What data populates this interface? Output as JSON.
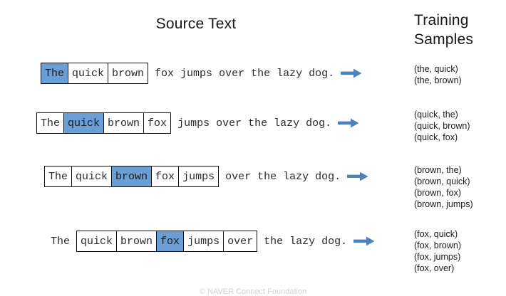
{
  "headings": {
    "source_text": "Source Text",
    "training_samples_line1": "Training",
    "training_samples_line2": "Samples"
  },
  "colors": {
    "highlight": "#6a9ed4",
    "arrow": "#4f81bd",
    "border": "#0f0f0f",
    "text": "#2b2b2b",
    "watermark": "#d2d2d2"
  },
  "icons": {
    "arrow": "right-arrow-icon"
  },
  "rows": [
    {
      "lead": "",
      "window": [
        {
          "word": "The",
          "highlight": true
        },
        {
          "word": "quick",
          "highlight": false
        },
        {
          "word": "brown",
          "highlight": false
        }
      ],
      "tail": " fox jumps over the lazy dog.",
      "samples": [
        "(the, quick)",
        "(the, brown)"
      ]
    },
    {
      "lead": "",
      "window": [
        {
          "word": "The",
          "highlight": false
        },
        {
          "word": "quick",
          "highlight": true
        },
        {
          "word": "brown",
          "highlight": false
        },
        {
          "word": "fox",
          "highlight": false
        }
      ],
      "tail": " jumps over the lazy dog.",
      "samples": [
        "(quick, the)",
        "(quick, brown)",
        "(quick, fox)"
      ]
    },
    {
      "lead": "",
      "window": [
        {
          "word": "The",
          "highlight": false
        },
        {
          "word": "quick",
          "highlight": false
        },
        {
          "word": "brown",
          "highlight": true
        },
        {
          "word": "fox",
          "highlight": false
        },
        {
          "word": "jumps",
          "highlight": false
        }
      ],
      "tail": " over the lazy dog.",
      "samples": [
        "(brown, the)",
        "(brown, quick)",
        "(brown, fox)",
        "(brown, jumps)"
      ]
    },
    {
      "lead": "The ",
      "window": [
        {
          "word": "quick",
          "highlight": false
        },
        {
          "word": "brown",
          "highlight": false
        },
        {
          "word": "fox",
          "highlight": true
        },
        {
          "word": "jumps",
          "highlight": false
        },
        {
          "word": "over",
          "highlight": false
        }
      ],
      "tail": " the lazy dog.",
      "samples": [
        "(fox, quick)",
        "(fox, brown)",
        "(fox, jumps)",
        "(fox, over)"
      ]
    }
  ],
  "footer": {
    "watermark": "© NAVER Connect Foundation"
  }
}
